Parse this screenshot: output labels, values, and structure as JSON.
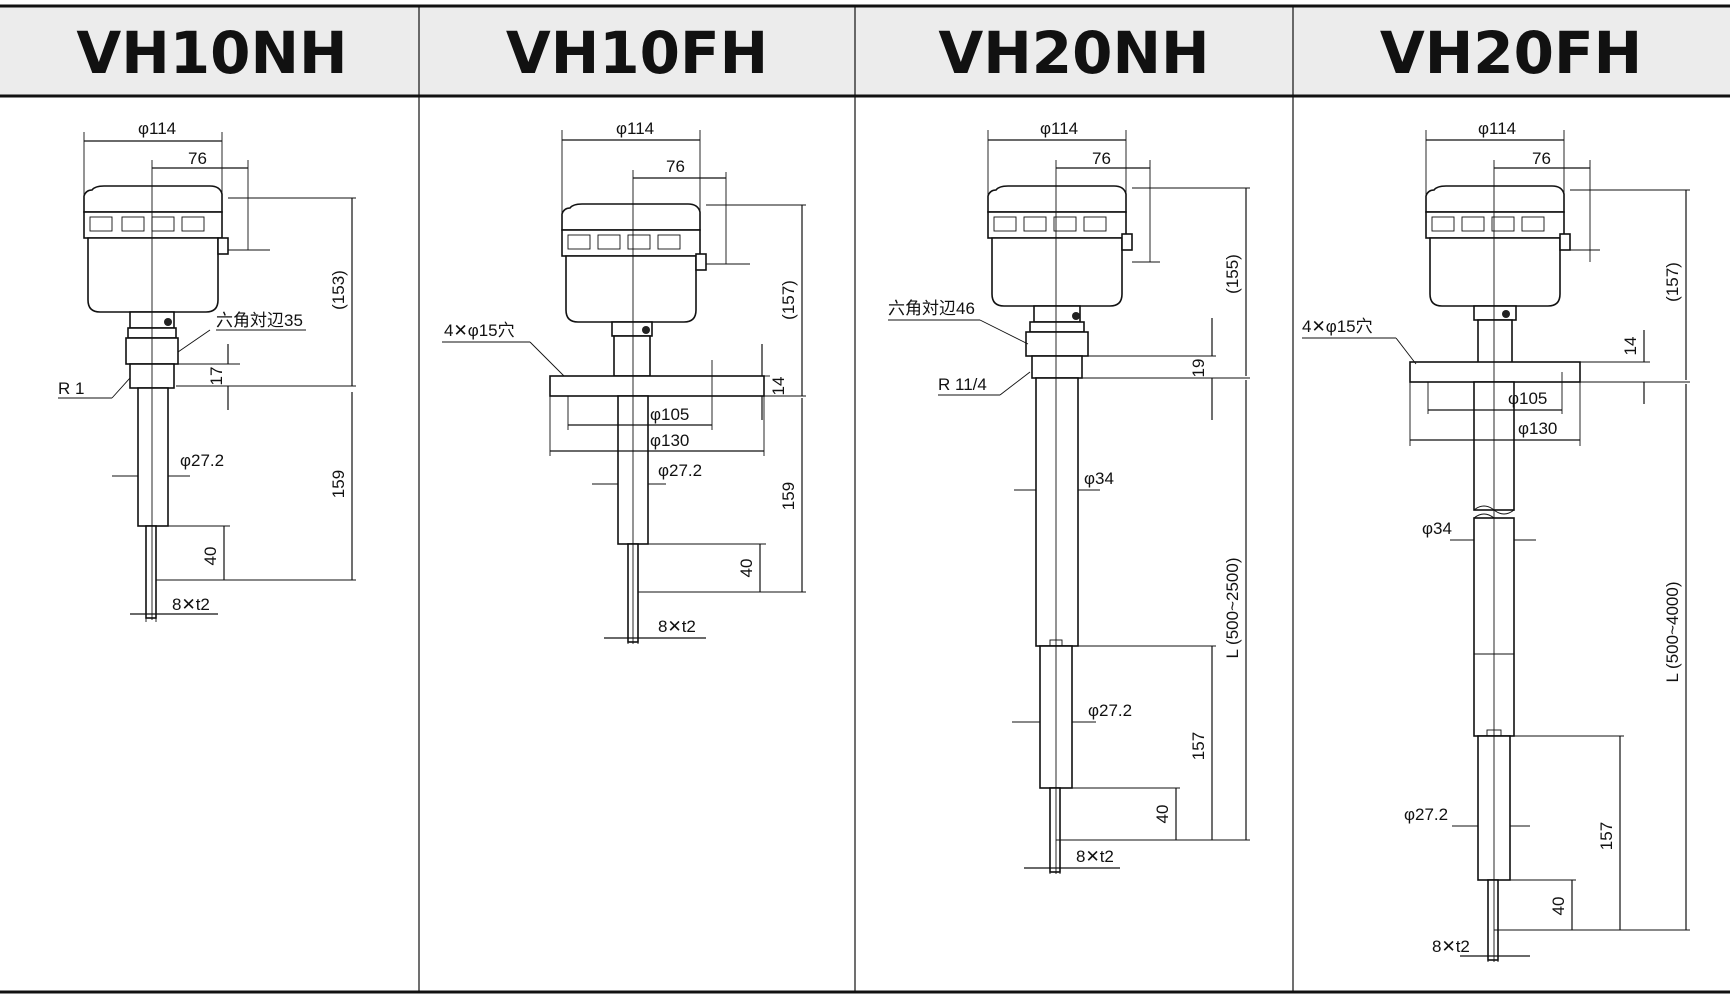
{
  "models": [
    {
      "name": "VH10NH",
      "labels": {
        "box_diameter": "φ114",
        "offset": "76",
        "head_height": "(153)",
        "hex": "六角対辺35",
        "thread": "R 1",
        "thread_len": "17",
        "pipe_diameter": "φ27.2",
        "probe_len": "159",
        "blade_len": "40",
        "blade": "8✕t2"
      }
    },
    {
      "name": "VH10FH",
      "labels": {
        "box_diameter": "φ114",
        "offset": "76",
        "head_height": "(157)",
        "holes": "4✕φ15穴",
        "flange_thk": "14",
        "pcd": "φ105",
        "flange_diameter": "φ130",
        "pipe_diameter": "φ27.2",
        "probe_len": "159",
        "blade_len": "40",
        "blade": "8✕t2"
      }
    },
    {
      "name": "VH20NH",
      "labels": {
        "box_diameter": "φ114",
        "offset": "76",
        "head_height": "(155)",
        "hex": "六角対辺46",
        "thread": "R 11/4",
        "thread_len": "19",
        "outer_pipe": "φ34",
        "length": "L (500~2500)",
        "pipe_diameter": "φ27.2",
        "probe_len": "157",
        "blade_len": "40",
        "blade": "8✕t2"
      }
    },
    {
      "name": "VH20FH",
      "labels": {
        "box_diameter": "φ114",
        "offset": "76",
        "head_height": "(157)",
        "holes": "4✕φ15穴",
        "flange_thk": "14",
        "pcd": "φ105",
        "flange_diameter": "φ130",
        "outer_pipe": "φ34",
        "length": "L (500~4000)",
        "pipe_diameter": "φ27.2",
        "probe_len": "157",
        "blade_len": "40",
        "blade": "8✕t2"
      }
    }
  ]
}
